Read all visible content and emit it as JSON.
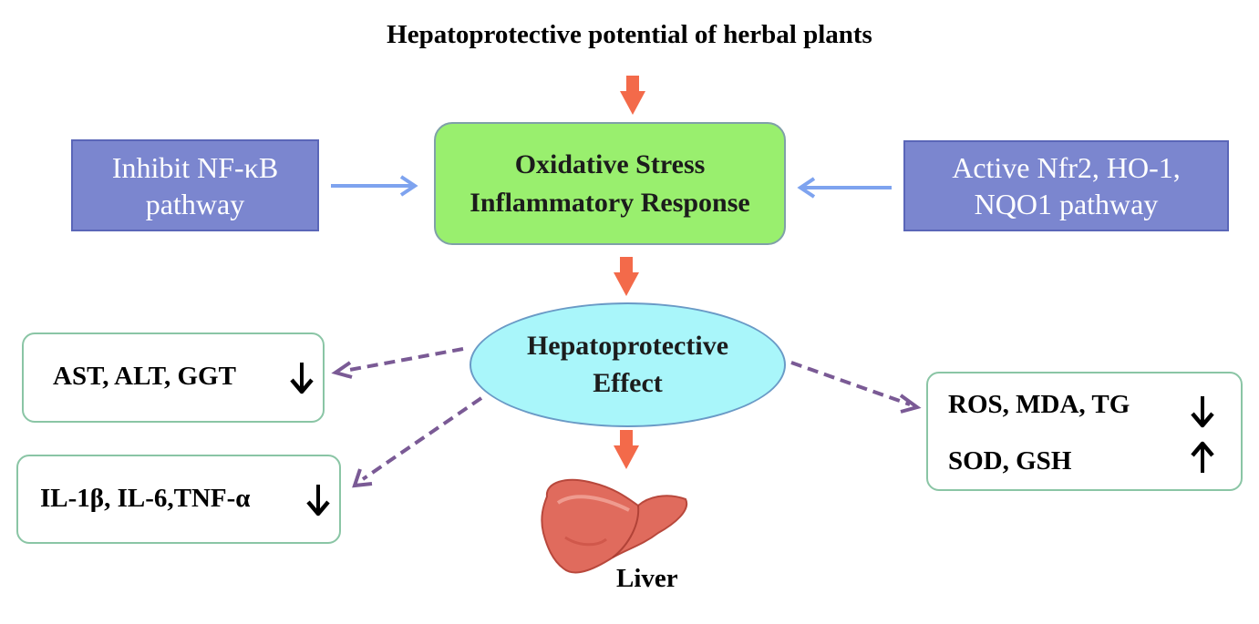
{
  "title": "Hepatoprotective potential of herbal plants",
  "left_box": {
    "line1": "Inhibit NF-κB",
    "line2": "pathway"
  },
  "right_box": {
    "line1": "Active Nfr2, HO-1,",
    "line2": "NQO1 pathway"
  },
  "center_box": {
    "line1": "Oxidative Stress",
    "line2": "Inflammatory Response"
  },
  "effect": {
    "line1": "Hepatoprotective",
    "line2": "Effect"
  },
  "markers": {
    "ast": {
      "text": "AST, ALT, GGT",
      "arrow": "🡫"
    },
    "il": {
      "text": "IL-1β, IL-6,TNF-α",
      "arrow": "🡫"
    },
    "ros": {
      "text": "ROS, MDA, TG",
      "arrow": "🡫"
    },
    "sod": {
      "text": "SOD, GSH",
      "arrow": "🡩"
    }
  },
  "liver_label": "Liver",
  "colors": {
    "orange_arrow": "#f36a4a",
    "blue_arrow": "#7ea3ef",
    "dashed_arrow": "#7a5a95",
    "blue_box": "#7b86cf",
    "green_box": "#99ef6e",
    "ellipse": "#a9f6fa"
  }
}
